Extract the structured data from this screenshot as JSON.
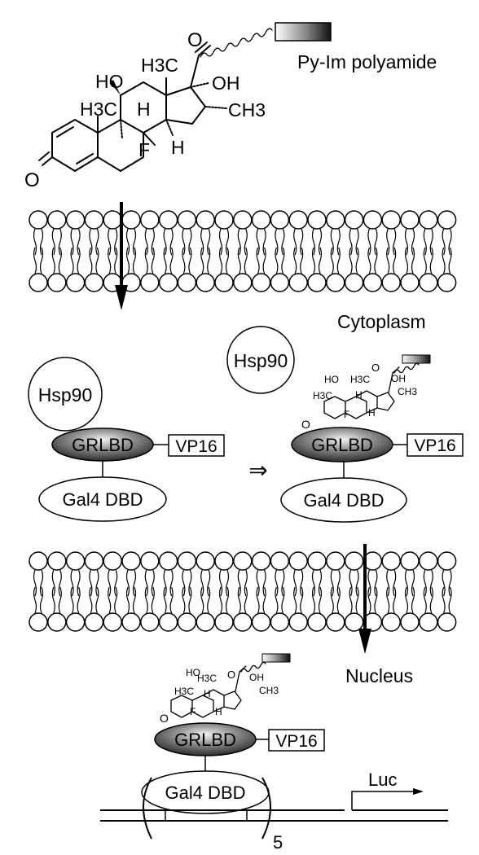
{
  "steroid": {
    "labels": {
      "ho": "HO",
      "h3c_top": "H3C",
      "h3c_left": "H3C",
      "oh": "OH",
      "ch3": "CH3",
      "h_8": "H",
      "h_14": "H",
      "f": "F",
      "ketone_o": "O",
      "side_o": "O"
    }
  },
  "polyamide_label": "Py-Im polyamide",
  "compartments": {
    "cytoplasm": "Cytoplasm",
    "nucleus": "Nucleus"
  },
  "proteins": {
    "hsp90": "Hsp90",
    "grlbd": "GRLBD",
    "vp16": "VP16",
    "gal4dbd": "Gal4 DBD"
  },
  "dna": {
    "reporter": "Luc",
    "repeat_count": "5"
  },
  "symbols": {
    "implies": "⇒"
  }
}
